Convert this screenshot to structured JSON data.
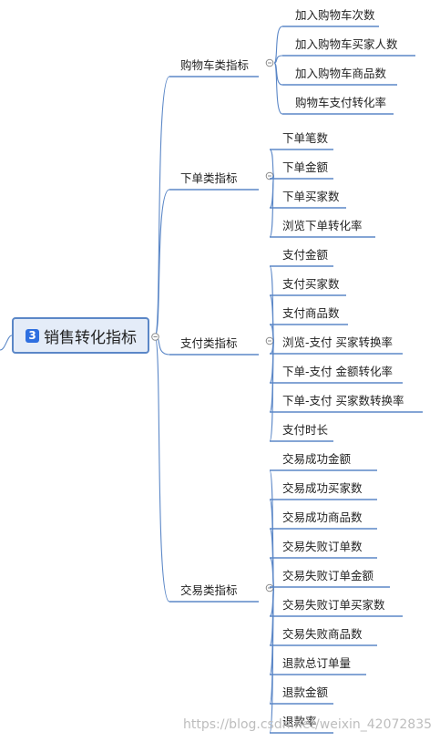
{
  "root": {
    "badge": "3",
    "label": "销售转化指标"
  },
  "categories": [
    {
      "label": "购物车类指标",
      "items": [
        "加入购物车次数",
        "加入购物车买家人数",
        "加入购物车商品数",
        "购物车支付转化率"
      ]
    },
    {
      "label": "下单类指标",
      "items": [
        "下单笔数",
        "下单金额",
        "下单买家数",
        "浏览下单转化率"
      ]
    },
    {
      "label": "支付类指标",
      "items": [
        "支付金额",
        "支付买家数",
        "支付商品数",
        "浏览-支付 买家转换率",
        "下单-支付 金额转化率",
        "下单-支付 买家数转换率",
        "支付时长"
      ]
    },
    {
      "label": "交易类指标",
      "items": [
        "交易成功金额",
        "交易成功买家数",
        "交易成功商品数",
        "交易失败订单数",
        "交易失败订单金额",
        "交易失败订单买家数",
        "交易失败商品数",
        "退款总订单量",
        "退款金额",
        "退款率"
      ]
    }
  ],
  "watermark": "https://blog.csdn.net/weixin_42072835",
  "colors": {
    "line": "#5b87c7",
    "root_border": "#5b87c7",
    "root_fill": "#e4ecf8",
    "badge": "#2e6fe0",
    "toggle": "#8a8a8a"
  }
}
